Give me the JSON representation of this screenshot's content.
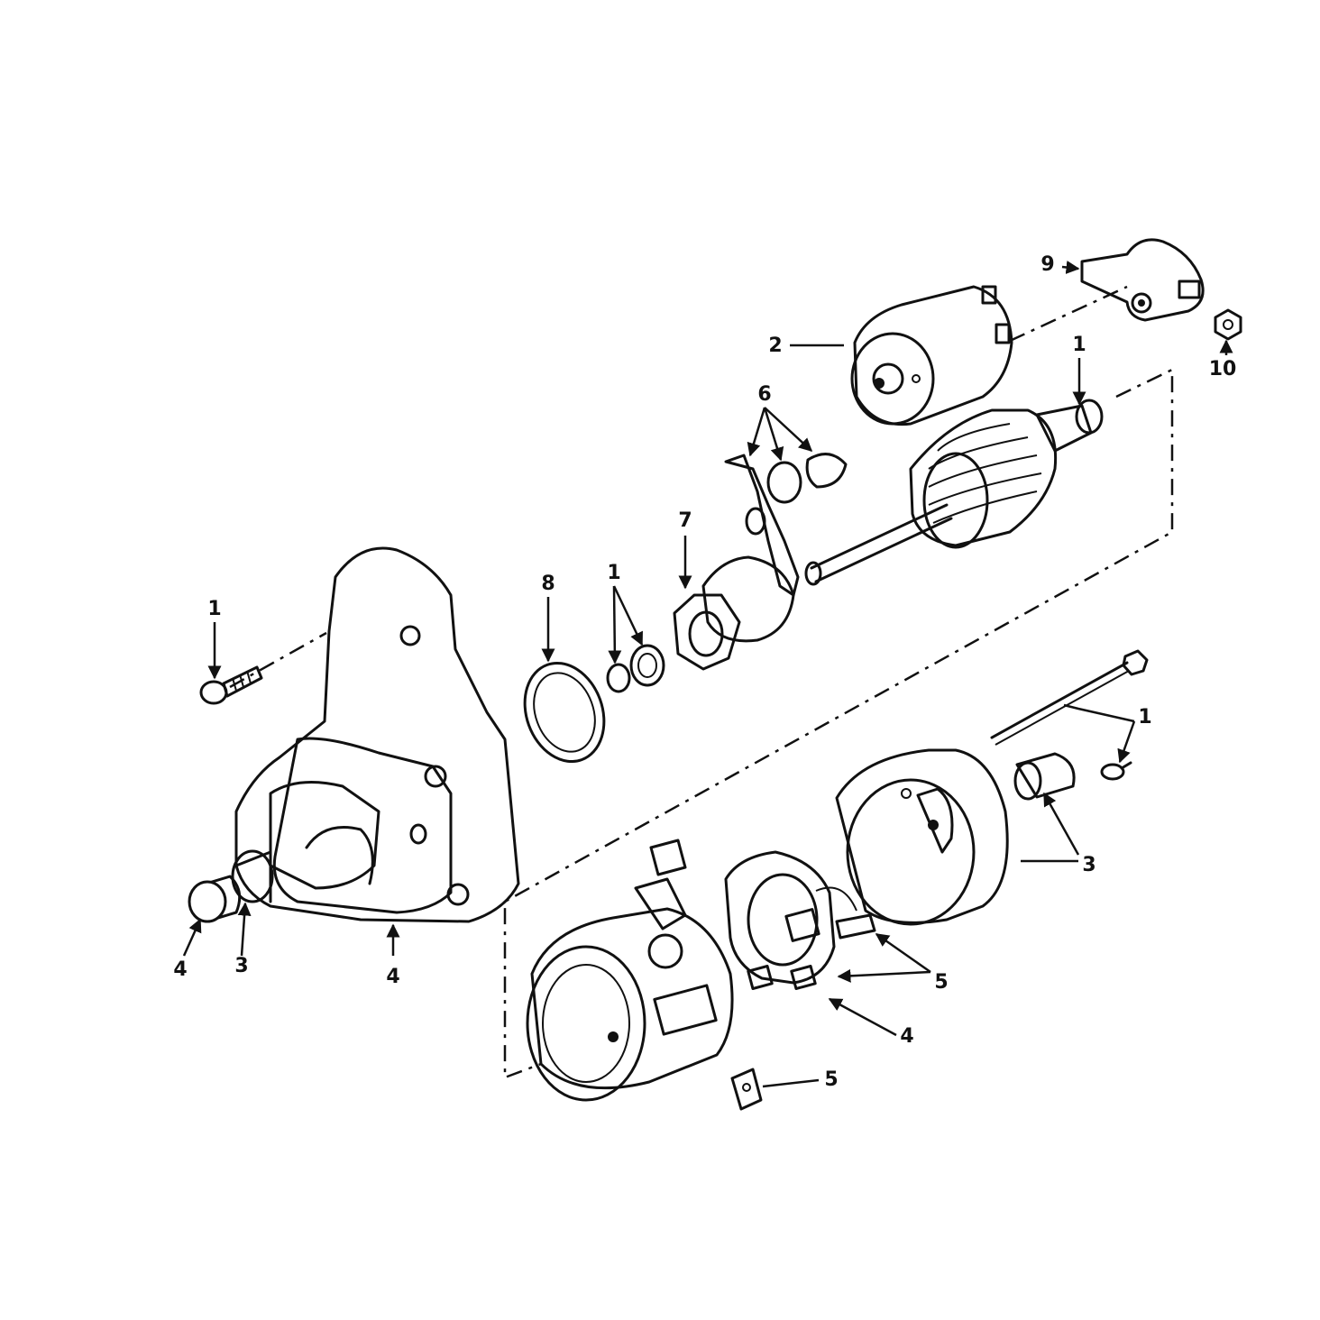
{
  "callouts": {
    "solenoid_nut": "10",
    "solenoid_cover": "9",
    "solenoid": "2",
    "armature_bearing": "1",
    "shift_lever_plates": "6",
    "drive_pinion": "7",
    "drive_ring": "8",
    "pinion_stop_collar": "1",
    "housing_bolt": "1",
    "through_bolt": "1",
    "yoke_bushing": "3",
    "shaft_cap": "4",
    "shaft_washer": "3",
    "drive_housing": "4",
    "brushes": "5",
    "brush_holder": "4",
    "spare_brush": "5"
  }
}
